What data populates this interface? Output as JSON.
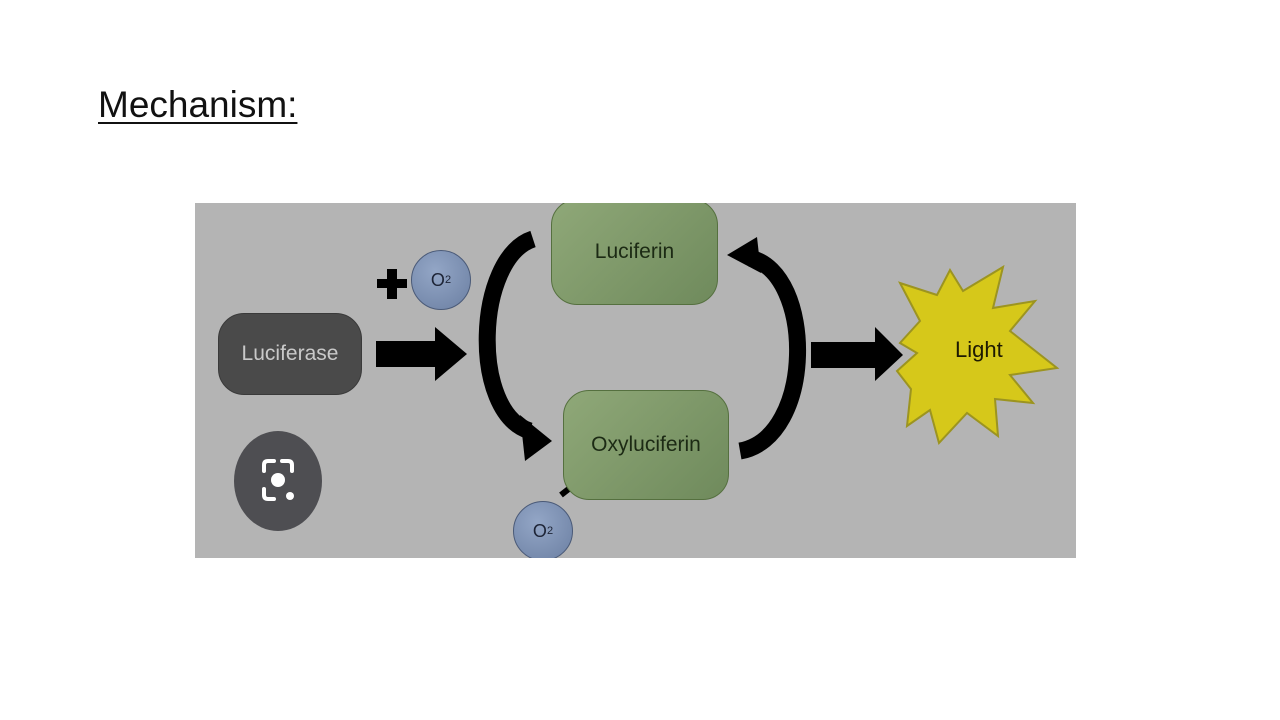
{
  "slide": {
    "title": "Mechanism:"
  },
  "diagram": {
    "nodes": {
      "luciferase": "Luciferase",
      "luciferin": "Luciferin",
      "oxyluciferin": "Oxyluciferin",
      "light": "Light",
      "oxygen_top": {
        "symbol": "O",
        "subscript": "2"
      },
      "oxygen_bottom": {
        "symbol": "O",
        "subscript": "2"
      },
      "plus_sign": "+"
    },
    "colors": {
      "panel_background": "#b4b4b4",
      "luciferase_fill": "#4a4a4a",
      "substrate_fill": "#7f9a6a",
      "oxygen_fill": "#7a8db0",
      "light_fill": "#d6c81a",
      "arrow": "#000000"
    },
    "overlay_icon": "google-lens-icon"
  }
}
